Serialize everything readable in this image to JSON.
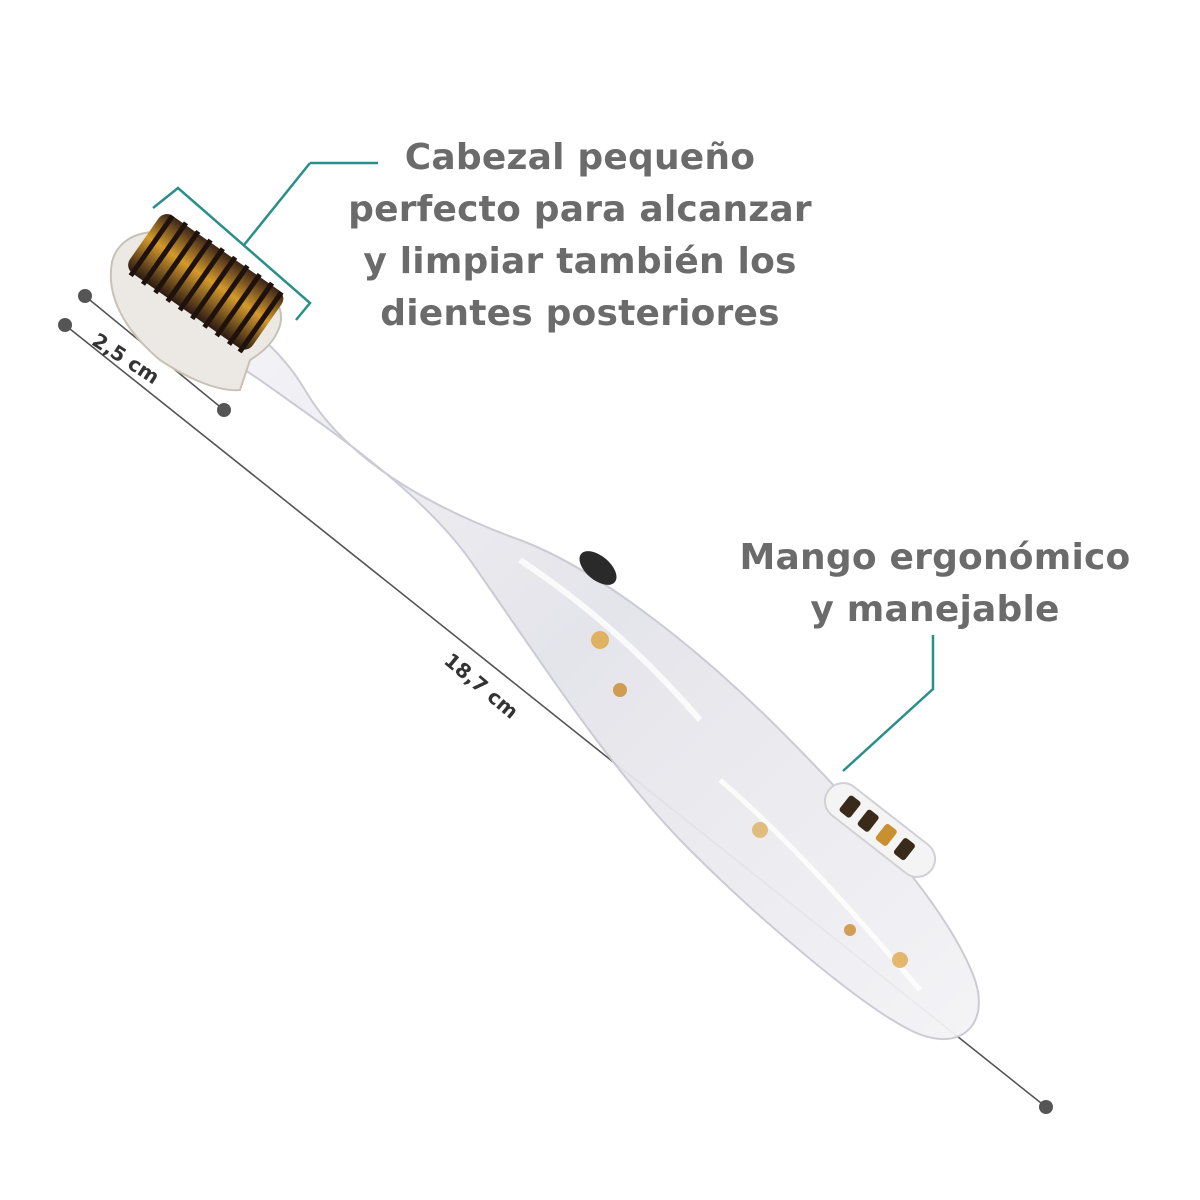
{
  "callouts": {
    "head": {
      "line1": "Cabezal pequeño",
      "line2": "perfecto para alcanzar",
      "line3": "y limpiar también los",
      "line4": "dientes posteriores"
    },
    "handle": {
      "line1": "Mango ergonómico",
      "line2": "y manejable"
    }
  },
  "measurements": {
    "head_width": "2,5 cm",
    "total_length": "18,7 cm"
  },
  "colors": {
    "callout_text": "#6b6b6b",
    "leader_line": "#2a8f8a",
    "dimension_line": "#555555",
    "bristle_gold": "#d49a2a",
    "bristle_black": "#2a1a14",
    "handle_clear": "#eeeef2"
  }
}
